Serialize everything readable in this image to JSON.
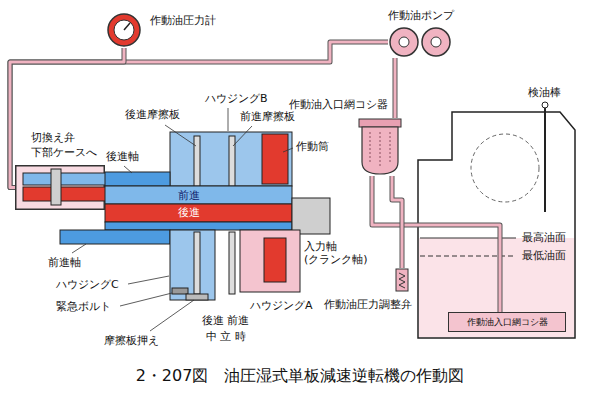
{
  "diagram": {
    "caption": "2・207図　油圧湿式単板減速逆転機の作動図",
    "nodes": [
      {
        "text": [
          "作動油圧力計"
        ]
      },
      {
        "text": [
          "作動油ポンプ"
        ]
      },
      {
        "text": [
          "切換え弁",
          "下部ケースへ"
        ]
      },
      {
        "text": [
          "作動油入口網コシ器"
        ]
      },
      {
        "text": [
          "作動油圧力調整弁"
        ]
      },
      {
        "text": [
          "作動油入口網コシ器"
        ]
      }
    ],
    "edges": [
      {
        "from": 1,
        "to": 2,
        "arrow": "none"
      },
      {
        "from": 0,
        "to": 2,
        "arrow": "none"
      },
      {
        "from": 3,
        "to": 1,
        "arrow": "none"
      },
      {
        "from": 5,
        "to": 3,
        "arrow": "none"
      },
      {
        "from": 4,
        "to": 3,
        "arrow": "none"
      }
    ],
    "labels": [
      "ハウジングB",
      "後進摩擦板",
      "前進摩擦板",
      "作動筒",
      "後進軸",
      "前進",
      "後進",
      "入力軸 (クランク軸)",
      "ハウジングA",
      "前進軸",
      "ハウジングC",
      "緊急ボルト",
      "摩擦板押え",
      "後進 前進",
      "中 立 時",
      "検油棒",
      "最高油面",
      "最低油面"
    ]
  }
}
